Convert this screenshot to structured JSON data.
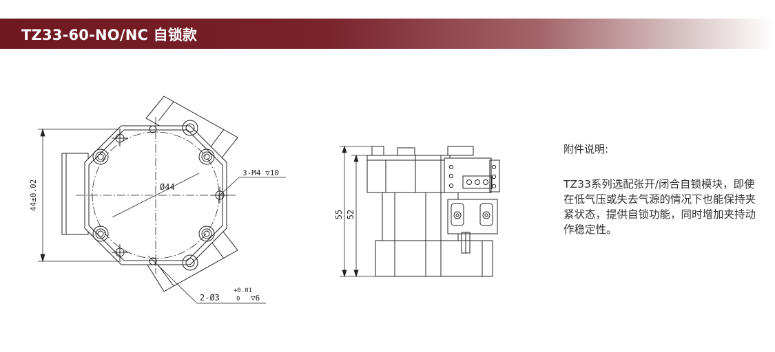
{
  "header": {
    "title": "TZ33-60-NO/NC 自锁款",
    "gradient_start": "#6f1820",
    "gradient_end": "#ffffff"
  },
  "top_view": {
    "dim_overall": "44±0.02",
    "dim_pcd": "Ø44",
    "thread_callout": "3-M4 ▽10",
    "pin_callout_prefix": "2-Ø3",
    "pin_tol_upper": "+0.01",
    "pin_tol_lower": "0",
    "pin_depth": "▽6"
  },
  "side_view": {
    "dim_height_outer": "55",
    "dim_height_inner": "52"
  },
  "notes": {
    "title": "附件说明:",
    "body": "TZ33系列选配张开/闭合自锁模块，即使在低气压或失去气源的情况下也能保持夹紧状态，提供自锁功能，同时增加夹持动作稳定性。"
  }
}
